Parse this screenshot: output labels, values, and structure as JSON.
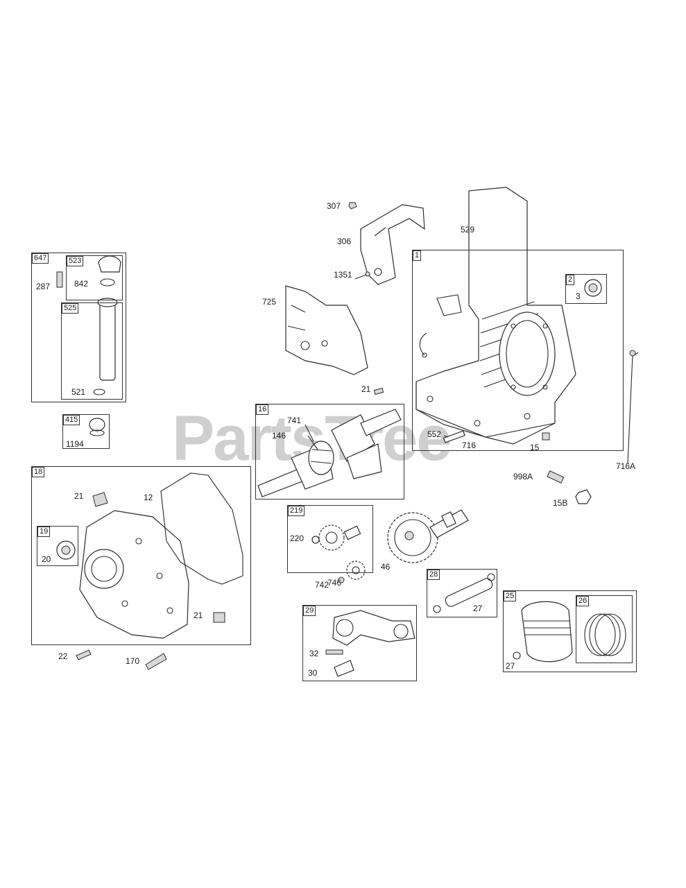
{
  "watermark": "PartsTree",
  "boxes": {
    "b647": "647",
    "b523": "523",
    "b525": "525",
    "b415": "415",
    "b18": "18",
    "b19": "19",
    "b1": "1",
    "b2": "2",
    "b16": "16",
    "b219": "219",
    "b28": "28",
    "b29": "29",
    "b25": "25",
    "b26": "26"
  },
  "labels": {
    "l307": "307",
    "l306": "306",
    "l529": "529",
    "l1351": "1351",
    "l725": "725",
    "l21a": "21",
    "l741": "741",
    "l146": "146",
    "l552": "552",
    "l716": "716",
    "l15": "15",
    "l3": "3",
    "l716A": "716A",
    "l998A": "998A",
    "l15B": "15B",
    "l287": "287",
    "l842": "842",
    "l521": "521",
    "l1194": "1194",
    "l21b": "21",
    "l12": "12",
    "l20": "20",
    "l21c": "21",
    "l22": "22",
    "l170": "170",
    "l220": "220",
    "l46": "46",
    "l746": "746",
    "l742": "742",
    "l27a": "27",
    "l32": "32",
    "l30": "30",
    "l27b": "27"
  }
}
